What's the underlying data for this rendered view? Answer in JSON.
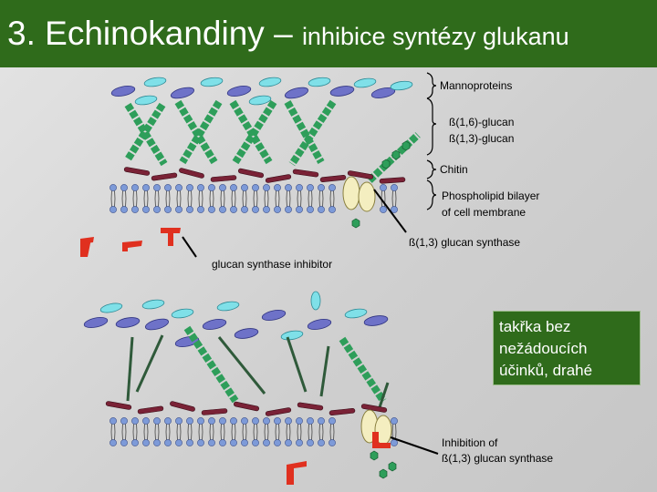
{
  "header": {
    "title_main": "3. Echinokandiny – ",
    "title_sub": "inhibice syntézy glukanu"
  },
  "labels": {
    "mannoproteins": "Mannoproteins",
    "glucan16": "ß(1,6)-glucan",
    "glucan13": "ß(1,3)-glucan",
    "chitin": "Chitin",
    "phospholipid_line1": "Phospholipid bilayer",
    "phospholipid_line2": "of cell membrane",
    "synthase": "ß(1,3) glucan synthase",
    "inhibitor": "glucan synthase inhibitor",
    "inhibition_line1": "Inhibition of",
    "inhibition_line2": "ß(1,3) glucan synthase"
  },
  "note": {
    "line1": "takřka bez",
    "line2": "nežádoucích",
    "line3": "účinků, drahé"
  },
  "colors": {
    "header_green": "#2f6b1b",
    "mannoprotein_blue": "#6e72c8",
    "mannoprotein_cyan": "#7fe0e8",
    "glucan_green": "#2e9e5a",
    "chitin_maroon": "#7a2236",
    "membrane_blue": "#7d9ad8",
    "inhibitor_red": "#e0301f",
    "synthase_cream": "#f4eec0"
  }
}
